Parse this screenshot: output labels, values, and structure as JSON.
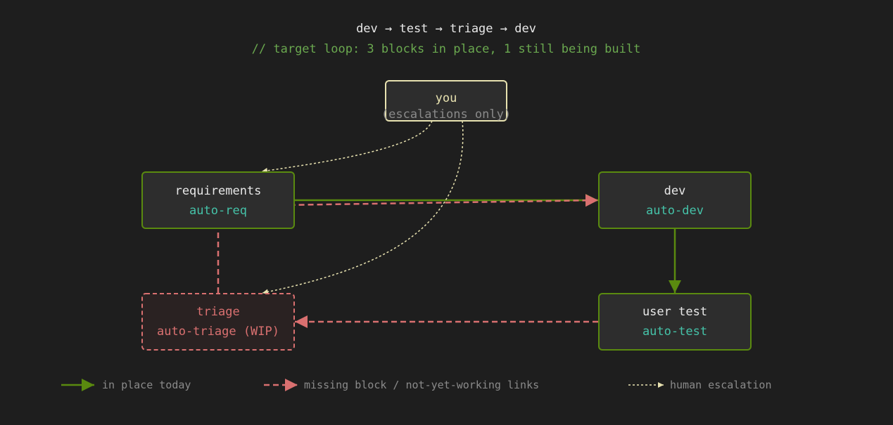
{
  "header": {
    "title": "dev → test → triage → dev",
    "subtitle": "// target loop: 3 blocks in place, 1 still being built"
  },
  "nodes": {
    "you": {
      "label": "you",
      "sublabel": "(escalations only)"
    },
    "requirements": {
      "label": "requirements",
      "sublabel": "auto-req"
    },
    "dev": {
      "label": "dev",
      "sublabel": "auto-dev"
    },
    "user_test": {
      "label": "user test",
      "sublabel": "auto-test"
    },
    "triage": {
      "label": "triage",
      "sublabel": "auto-triage (WIP)"
    }
  },
  "legend": {
    "in_place": "in place today",
    "missing": "missing block / not-yet-working links",
    "human": "human escalation"
  },
  "colors": {
    "background": "#1e1e1e",
    "green": "#5a8a0f",
    "red": "#d97070",
    "teal": "#45c2a8",
    "cream": "#e8e2b0",
    "text": "#e8e8e8",
    "muted": "#8a8a8a",
    "comment": "#6aa84f"
  }
}
